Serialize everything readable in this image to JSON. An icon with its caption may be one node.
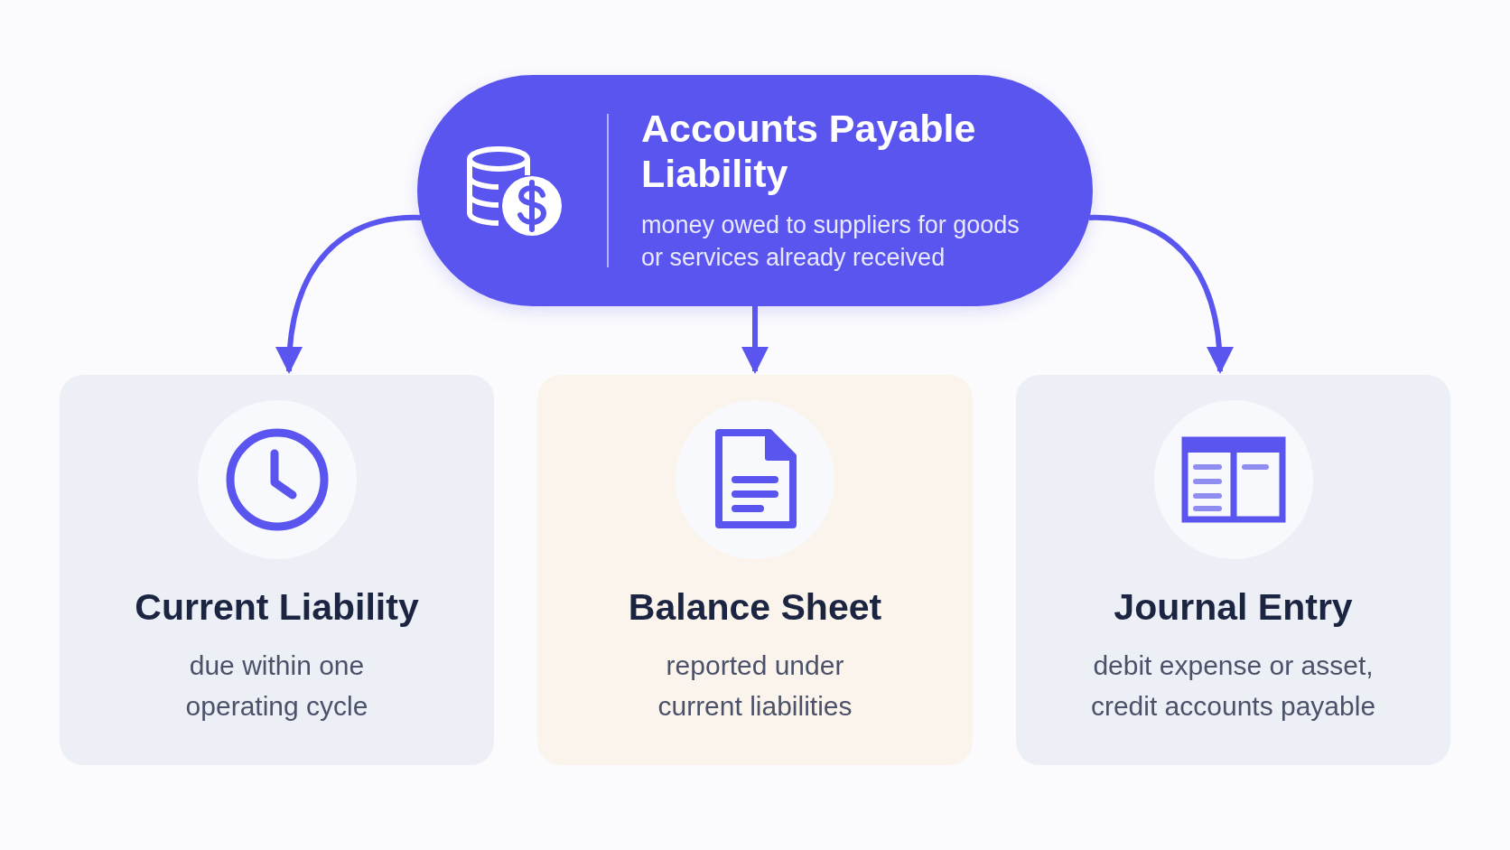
{
  "diagram": {
    "nodes": [
      {
        "text": [
          "Accounts Payable Liability",
          "money owed to suppliers for goods or services already received"
        ]
      },
      {
        "text": [
          "Current Liability",
          "due within one operating cycle"
        ]
      },
      {
        "text": [
          "Balance Sheet",
          "reported under current liabilities"
        ]
      },
      {
        "text": [
          "Journal Entry",
          "debit expense or asset, credit accounts payable"
        ]
      }
    ],
    "edges": [
      {
        "from": 0,
        "to": 1,
        "arrow": "to"
      },
      {
        "from": 0,
        "to": 2,
        "arrow": "to"
      },
      {
        "from": 0,
        "to": 3,
        "arrow": "to"
      }
    ]
  }
}
